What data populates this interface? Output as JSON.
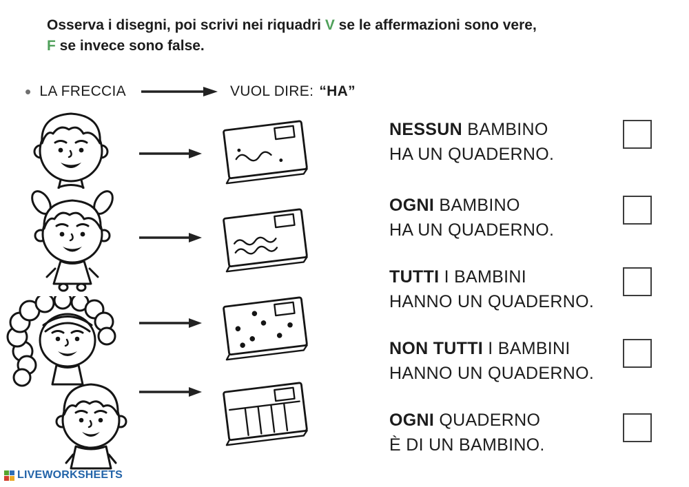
{
  "colors": {
    "accent_green": "#4FA05A",
    "brand_blue": "#2263A8"
  },
  "instructions": {
    "pre": "Osserva i disegni, poi scrivi nei riquadri ",
    "v": "V",
    "mid": " se le affermazioni sono vere,",
    "f": "F",
    "post": " se invece sono false."
  },
  "legend": {
    "bullet": "•",
    "label": "LA FRECCIA",
    "arrow_icon": "right-arrow-icon",
    "meaning_prefix": "VUOL DIRE: ",
    "meaning_bold": "“HA”"
  },
  "pairs": [
    {
      "child_icon": "boy-short-hair-icon",
      "notebook_icon": "notebook-wavy-icon"
    },
    {
      "child_icon": "girl-pigtails-icon",
      "notebook_icon": "notebook-waves-icon"
    },
    {
      "child_icon": "girl-curly-hair-icon",
      "notebook_icon": "notebook-dots-icon"
    },
    {
      "child_icon": "boy-bowl-cut-icon",
      "notebook_icon": "notebook-stripes-icon"
    }
  ],
  "statements": [
    {
      "bold": "NESSUN",
      "rest": " BAMBINO",
      "line2": "HA UN QUADERNO.",
      "answer": ""
    },
    {
      "bold": "OGNI",
      "rest": " BAMBINO",
      "line2": "HA UN QUADERNO.",
      "answer": ""
    },
    {
      "bold": "TUTTI",
      "rest": " I BAMBINI",
      "line2": "HANNO UN QUADERNO.",
      "answer": ""
    },
    {
      "bold": "NON TUTTI",
      "rest": " I BAMBINI",
      "line2": "HANNO UN QUADERNO.",
      "answer": ""
    },
    {
      "bold": "OGNI",
      "rest": " QUADERNO",
      "line2": "È DI UN BAMBINO.",
      "answer": ""
    }
  ],
  "footer": {
    "brand": "LIVEWORKSHEETS"
  }
}
